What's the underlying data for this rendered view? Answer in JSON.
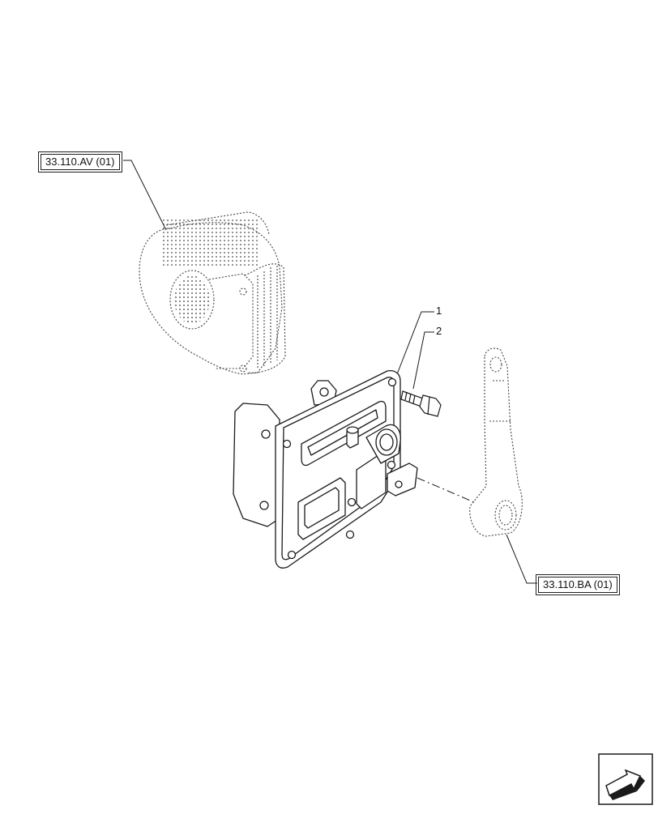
{
  "references": {
    "upper_ref": "33.110.AV (01)",
    "lower_ref": "33.110.BA (01)"
  },
  "callouts": {
    "item_1": "1",
    "item_2": "2"
  },
  "icons": {
    "nav": "next-page-arrow-icon"
  },
  "colors": {
    "line": "#1a1a1a",
    "background": "#ffffff"
  }
}
